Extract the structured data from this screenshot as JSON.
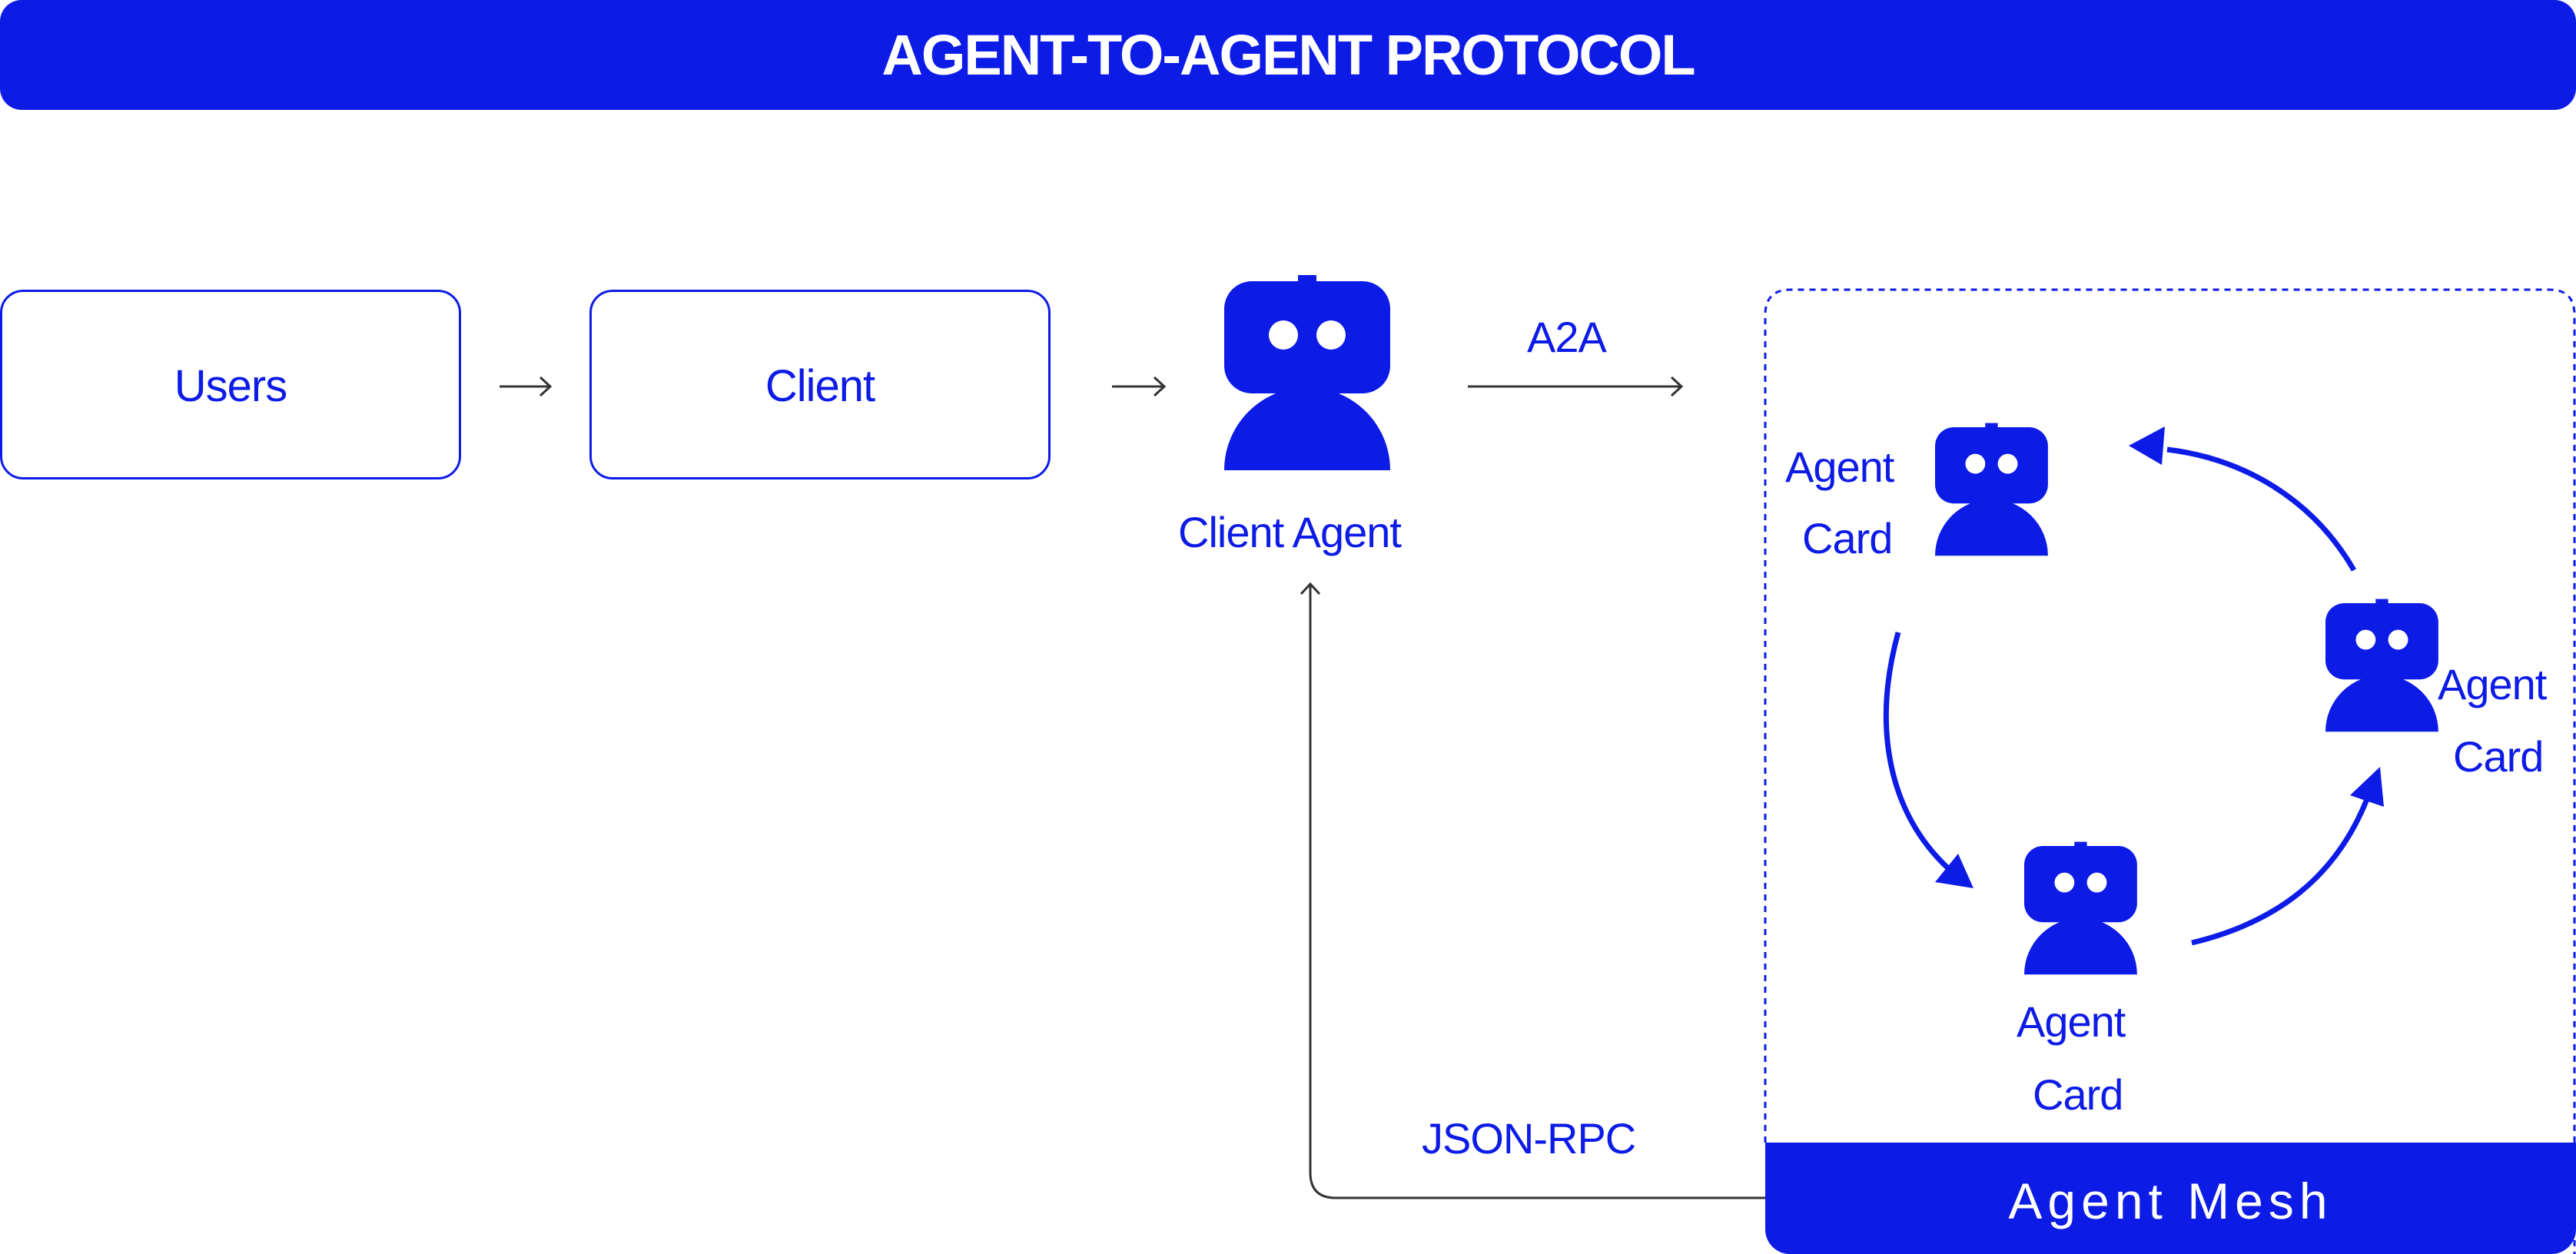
{
  "diagram": {
    "title": "AGENT-TO-AGENT PROTOCOL",
    "nodes": {
      "users": "Users",
      "client": "Client",
      "client_agent": "Client Agent"
    },
    "edges": {
      "a2a": "A2A",
      "json_rpc": "JSON-RPC"
    },
    "mesh": {
      "footer": "Agent Mesh",
      "agents": [
        {
          "line1": "Agent",
          "line2": "Card"
        },
        {
          "line1": "Agent",
          "line2": "Card"
        },
        {
          "line1": "Agent",
          "line2": "Card"
        }
      ]
    },
    "colors": {
      "accent": "#0d1be6",
      "connector": "#333333",
      "background": "#ffffff"
    }
  }
}
